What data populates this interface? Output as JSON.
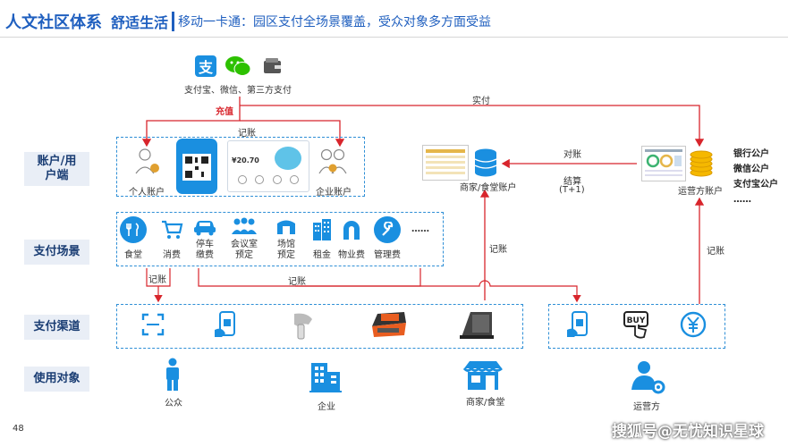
{
  "header": {
    "title_main": "人文社区体系",
    "title_sub": "舒适生活",
    "description": "移动一卡通：园区支付全场景覆盖，受众对象多方面受益"
  },
  "rows": {
    "account": "账户/用\n户端",
    "scene": "支付场景",
    "channel": "支付渠道",
    "target": "使用对象"
  },
  "top_payment": {
    "label": "支付宝、微信、第三方支付",
    "recharge": "充值",
    "icons": [
      "alipay-icon",
      "wechat-icon",
      "wallet-icon"
    ]
  },
  "flows": {
    "shiji": "实付",
    "jizhang_top": "记账",
    "duizhang": "对账",
    "jiesuan": "结算",
    "jiesuan_t1": "(T+1)",
    "jizhang_merchant": "记账",
    "jizhang_operator": "记账",
    "jizhang_scene_left": "记账",
    "jizhang_scene_mid": "记账"
  },
  "account_row": {
    "personal": "个人账户",
    "enterprise": "企业账户",
    "phone_amount": "¥20.70",
    "merchant_account": "商家/食堂账户",
    "operator_account": "运营方账户"
  },
  "bank_accounts": [
    "银行公户",
    "微信公户",
    "支付宝公户",
    "……"
  ],
  "scenes": [
    {
      "label": "食堂",
      "icon": "dining-icon"
    },
    {
      "label": "消费",
      "icon": "cart-icon"
    },
    {
      "label": "停车\n缴费",
      "icon": "car-icon"
    },
    {
      "label": "会议室\n预定",
      "icon": "meeting-icon"
    },
    {
      "label": "场馆\n预定",
      "icon": "venue-icon"
    },
    {
      "label": "租金",
      "icon": "building-icon"
    },
    {
      "label": "物业费",
      "icon": "magnet-icon"
    },
    {
      "label": "管理费",
      "icon": "wrench-icon"
    },
    {
      "label": "……",
      "icon": ""
    }
  ],
  "channels_left": [
    "qr-scan-icon",
    "nfc-phone-icon",
    "barcode-scanner-icon",
    "pos-terminal-icon",
    "face-terminal-icon"
  ],
  "channels_right": [
    "nfc-phone-icon",
    "buy-button-icon",
    "yuan-coin-icon"
  ],
  "targets": {
    "public": "公众",
    "enterprise": "企业",
    "merchant": "商家/食堂",
    "operator": "运营方"
  },
  "footer": {
    "page_number": "48",
    "watermark": "搜狐号@无忧知识星球"
  },
  "colors": {
    "brand_blue": "#1f5fbf",
    "icon_blue": "#1a8fe0",
    "flow_red": "#d8252c",
    "dash_blue": "#2f8fd6",
    "label_bg": "#e9eef6"
  }
}
